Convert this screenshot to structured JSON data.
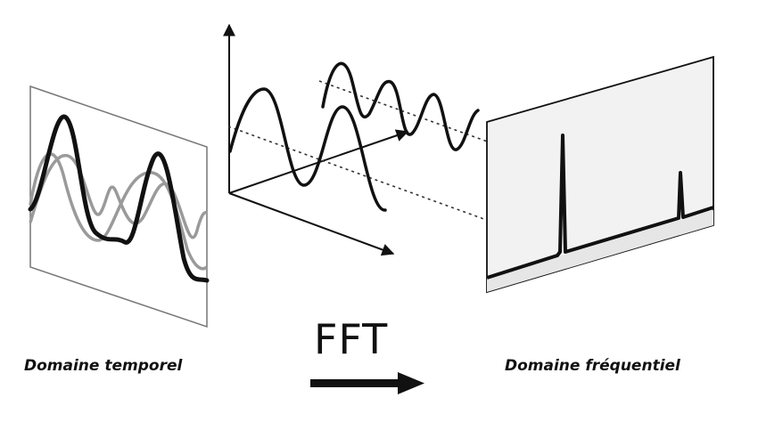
{
  "labels": {
    "time_domain": "Domaine temporel",
    "frequency_domain": "Domaine fréquentiel",
    "transform": "FFT"
  },
  "colors": {
    "ink": "#111111",
    "component_wave": "#9a9a9a",
    "panel_fill": "#f2f2f2",
    "background": "#ffffff"
  },
  "icons": {
    "transform_arrow": "arrow-right-icon"
  }
}
